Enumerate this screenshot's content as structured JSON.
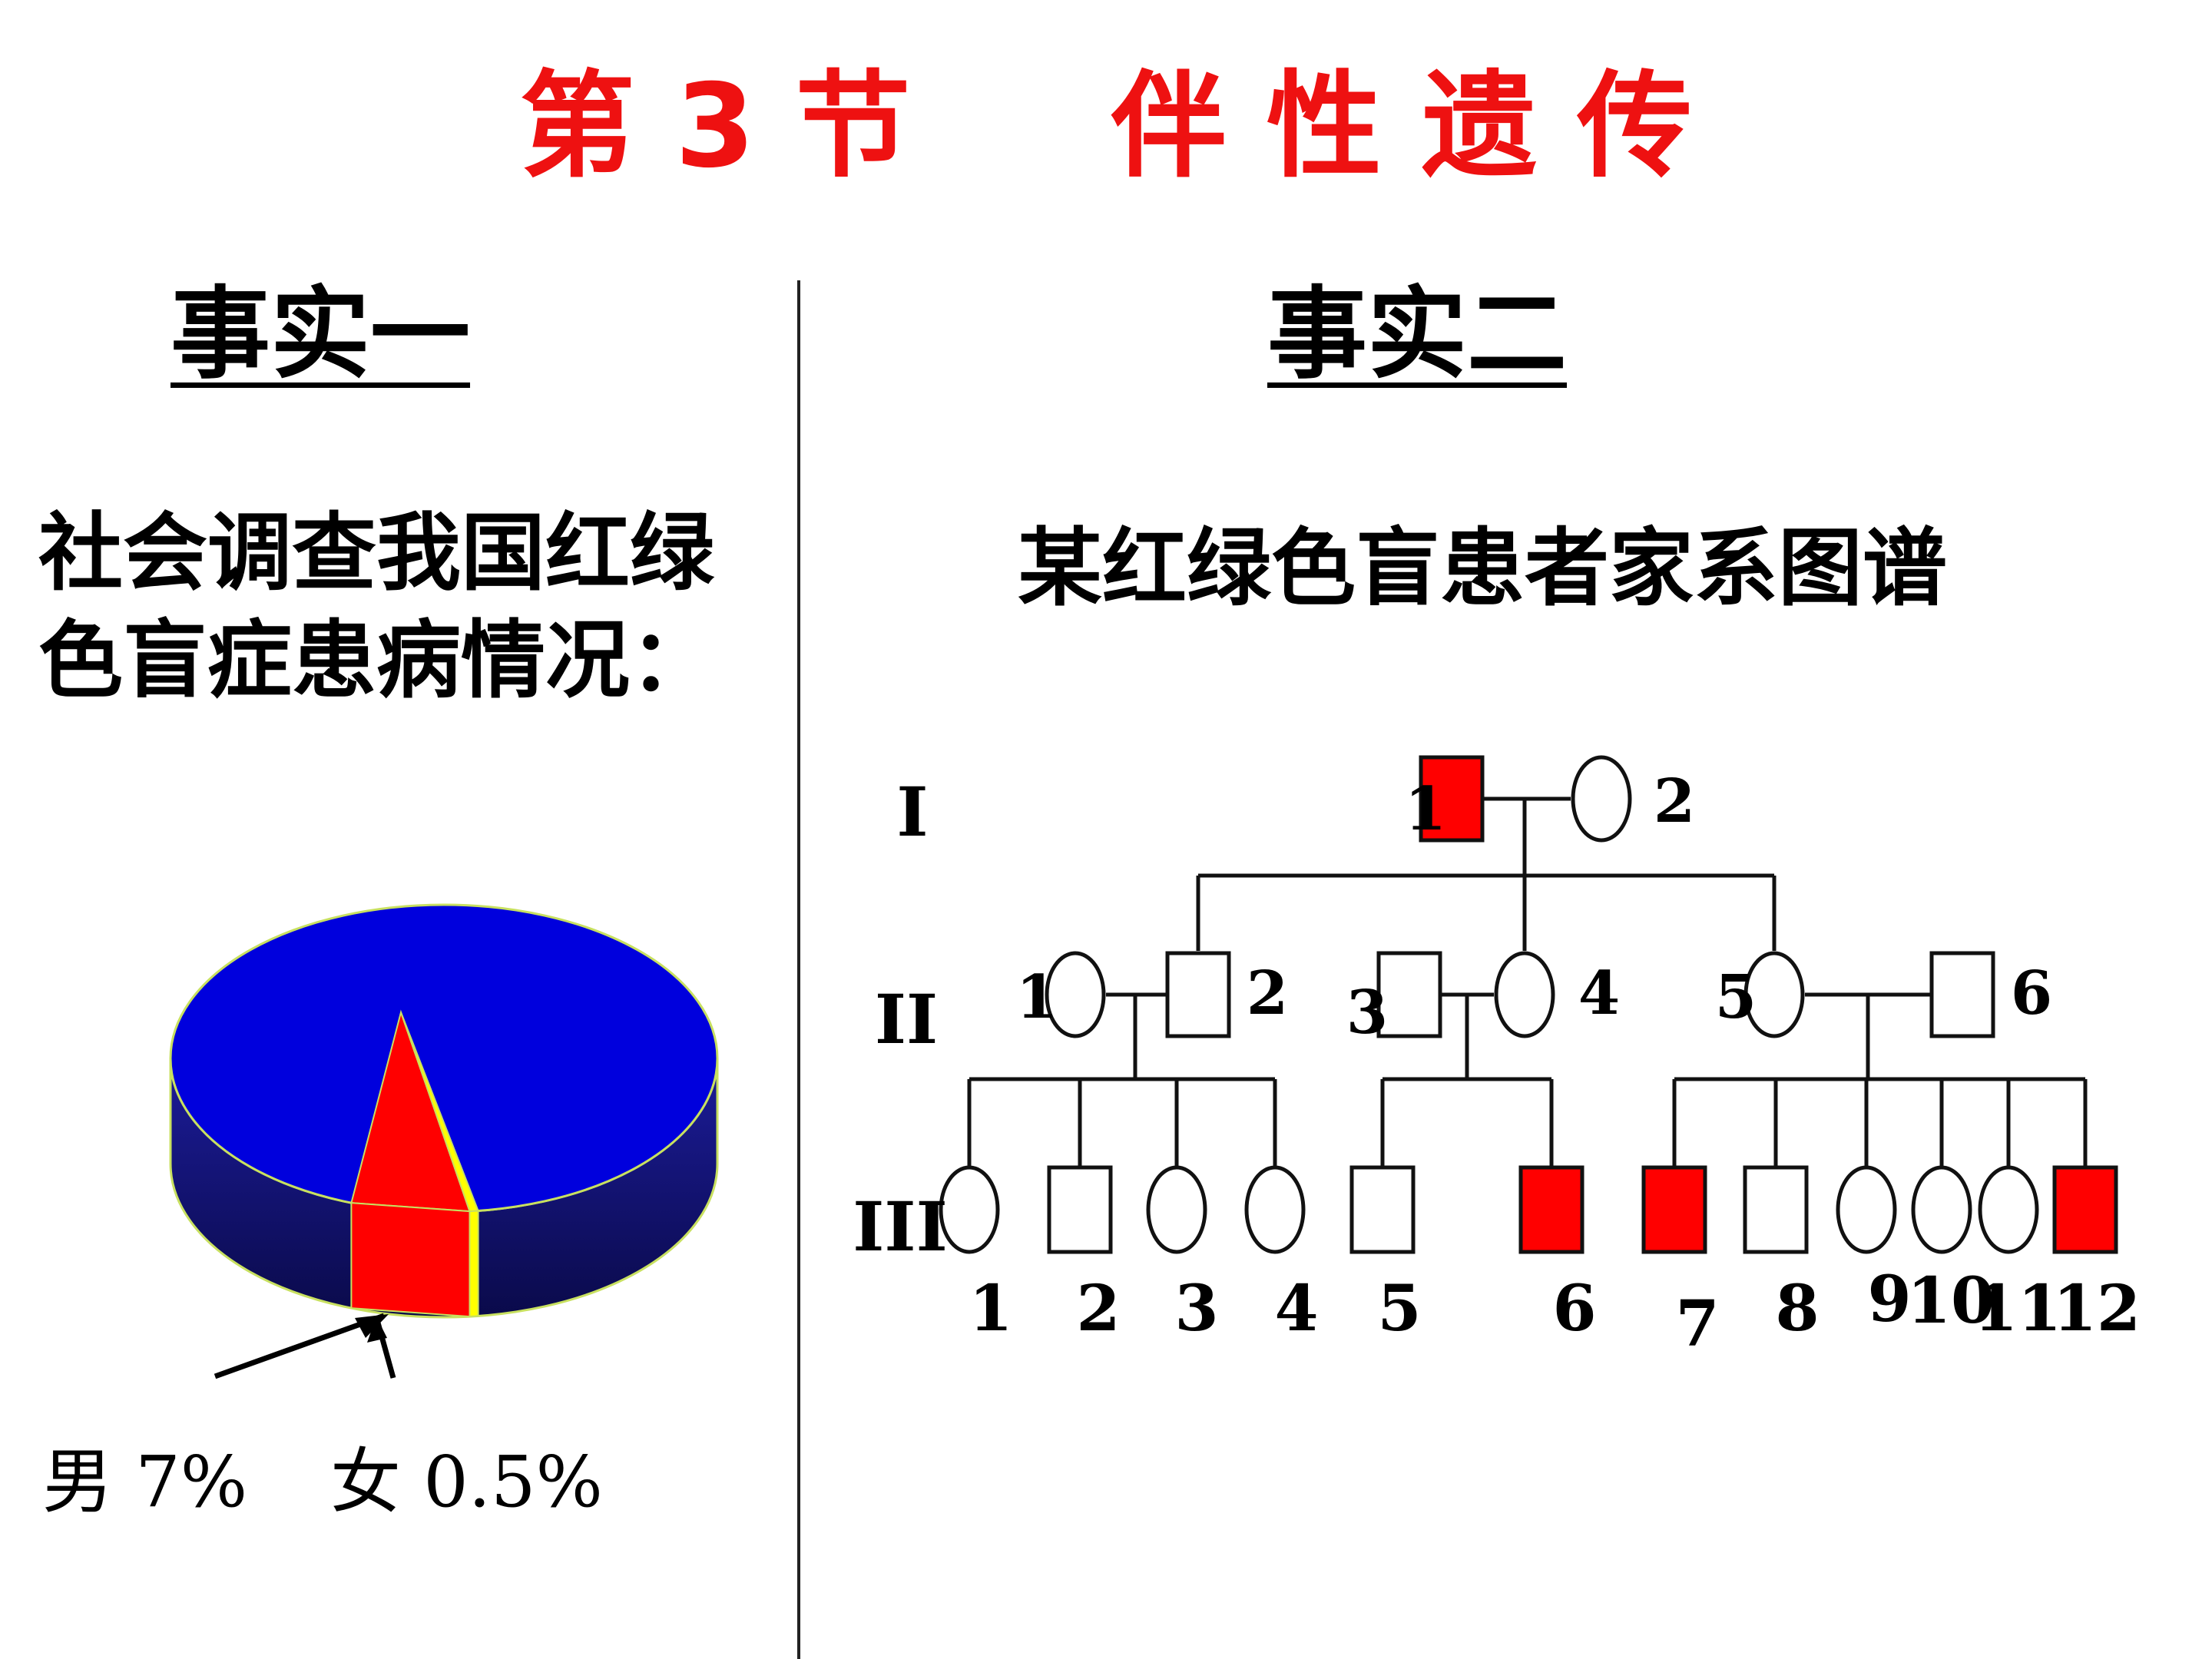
{
  "title": "第 3 节     伴 性 遗 传",
  "fact_one": {
    "heading": "事实一",
    "desc_line1": "社会调查我国红绿",
    "desc_line2": "色盲症患病情况：",
    "male_label": "男 7%",
    "female_label": "女 0.5%"
  },
  "fact_two": {
    "heading": "事实二",
    "desc": "某红绿色盲患者家系图谱"
  },
  "chart_data": {
    "type": "pie",
    "title": "",
    "slices": [
      {
        "label": "男",
        "value": 7,
        "color": "#ff0000"
      },
      {
        "label": "女",
        "value": 0.5,
        "color": "#ffff00"
      }
    ],
    "unit": "%",
    "base_color": "#0000dd"
  },
  "pedigree": {
    "generations": [
      "I",
      "II",
      "III"
    ],
    "gen1": [
      {
        "number": "1",
        "sex": "male",
        "affected": true
      },
      {
        "number": "2",
        "sex": "female",
        "affected": false
      }
    ],
    "gen2": [
      {
        "number": "1",
        "sex": "female",
        "affected": false
      },
      {
        "number": "2",
        "sex": "male",
        "affected": false
      },
      {
        "number": "3",
        "sex": "male",
        "affected": false
      },
      {
        "number": "4",
        "sex": "female",
        "affected": false
      },
      {
        "number": "5",
        "sex": "female",
        "affected": false
      },
      {
        "number": "6",
        "sex": "male",
        "affected": false
      }
    ],
    "gen3": [
      {
        "number": "1",
        "sex": "female",
        "affected": false
      },
      {
        "number": "2",
        "sex": "male",
        "affected": false
      },
      {
        "number": "3",
        "sex": "female",
        "affected": false
      },
      {
        "number": "4",
        "sex": "female",
        "affected": false
      },
      {
        "number": "5",
        "sex": "male",
        "affected": false
      },
      {
        "number": "6",
        "sex": "male",
        "affected": true
      },
      {
        "number": "7",
        "sex": "male",
        "affected": true
      },
      {
        "number": "8",
        "sex": "male",
        "affected": false
      },
      {
        "number": "9",
        "sex": "female",
        "affected": false
      },
      {
        "number": "10",
        "sex": "female",
        "affected": false
      },
      {
        "number": "11",
        "sex": "female",
        "affected": false
      },
      {
        "number": "12",
        "sex": "male",
        "affected": true
      }
    ],
    "colors": {
      "affected": "#ff0000",
      "unaffected": "#ffffff",
      "line": "#111111"
    }
  }
}
